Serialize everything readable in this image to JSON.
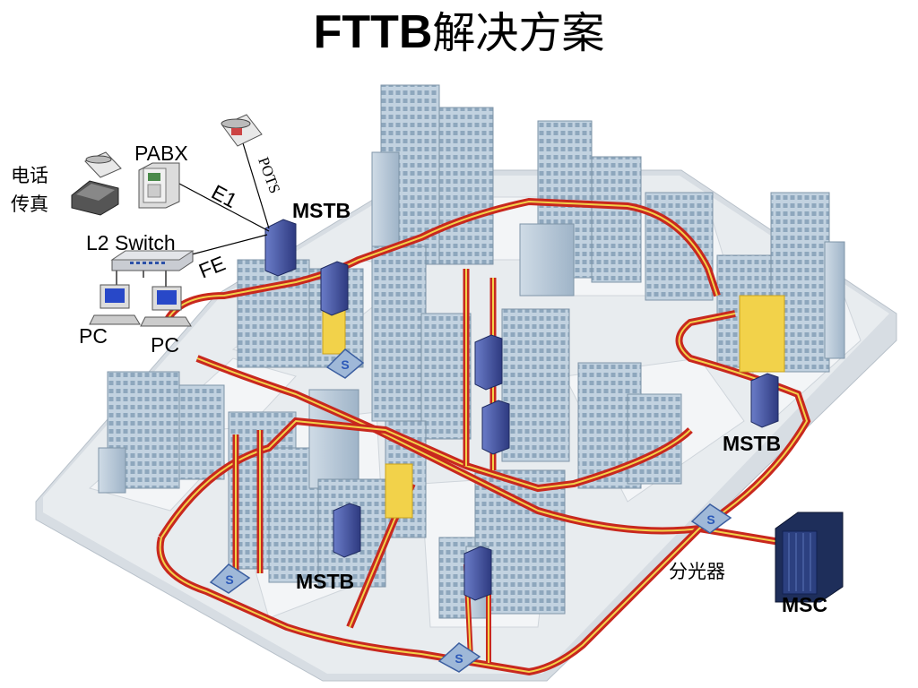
{
  "title": {
    "latin": "FTTB",
    "chinese": "解决方案"
  },
  "labels": {
    "pabx": "PABX",
    "phone_fax_line1": "电话",
    "phone_fax_line2": "传真",
    "e1": "E1",
    "pots": "POTS",
    "l2_switch": "L2 Switch",
    "fe": "FE",
    "pc1": "PC",
    "pc2": "PC",
    "mstb_top": "MSTB",
    "mstb_right": "MSTB",
    "mstb_bottom": "MSTB",
    "splitter": "分光器",
    "msc": "MSC",
    "splitter_mark": "S"
  },
  "colors": {
    "fiber_red": "#c8281e",
    "fiber_yellow": "#f2d24a",
    "building": "#b4c6d6",
    "building_dark": "#8fa6ba",
    "ground": "#e2e6ea",
    "device_blue": "#4a5aa8",
    "msc_dark": "#1e2e5a"
  }
}
